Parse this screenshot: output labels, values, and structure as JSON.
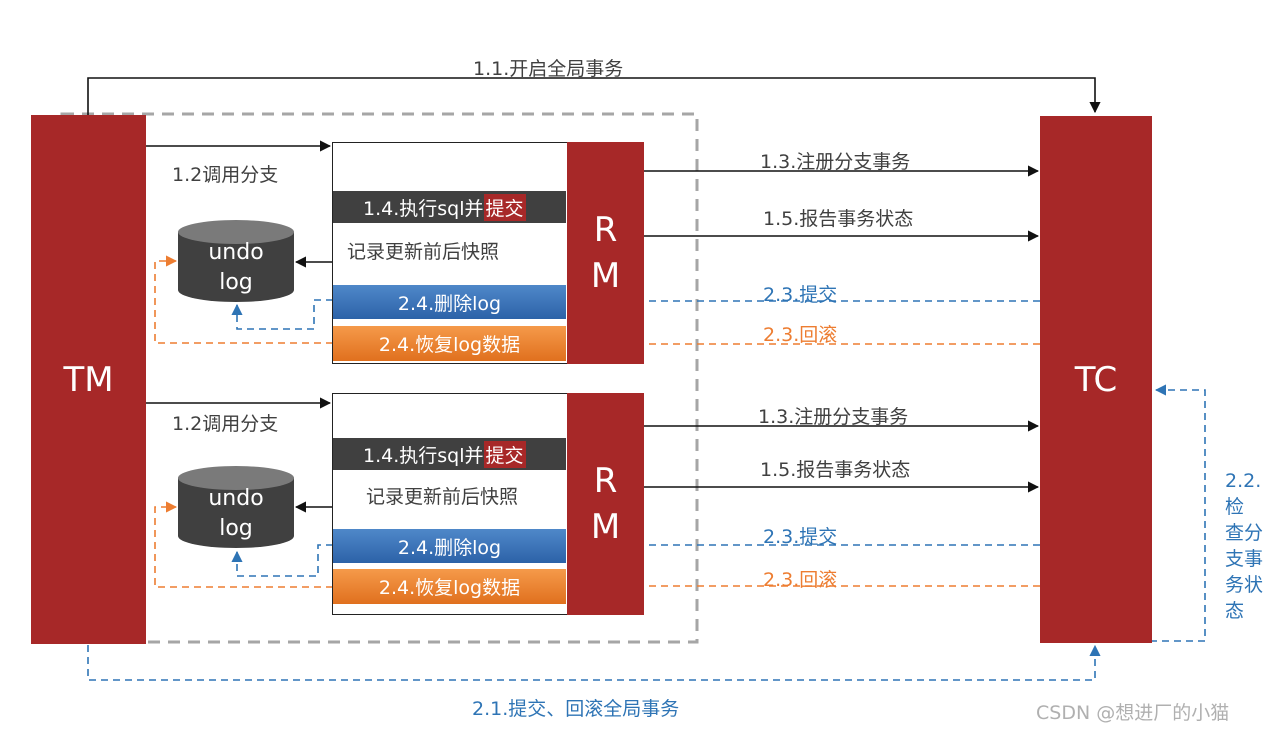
{
  "actors": {
    "tm": "TM",
    "tc": "TC",
    "rm": "R\nM"
  },
  "messages": {
    "begin_global": "1.1.开启全局事务",
    "call_branch": "1.2调用分支",
    "register_branch": "1.3.注册分支事务",
    "exec_sql_prefix": "1.4.执行sql并",
    "exec_sql_commit": "提交",
    "report_status": "1.5.报告事务状态",
    "record_snapshot": "记录更新前后快照",
    "delete_log": "2.4.删除log",
    "restore_log": "2.4.恢复log数据",
    "commit_23": "2.3.提交",
    "rollback_23": "2.3.回滚",
    "check_branch": "2.2.检查分支事务状态",
    "commit_rollback_global": "2.1.提交、回滚全局事务"
  },
  "undo_log": {
    "line1": "undo",
    "line2": "log"
  },
  "check_branch_lines": [
    "2.2.检",
    "查分",
    "支事",
    "务状",
    "态"
  ],
  "watermark": "CSDN @想进厂的小猫",
  "colors": {
    "actor_red": "#a72828",
    "blue_line": "#2e74b5",
    "orange_line": "#ed7d31",
    "dark_gray": "#404040",
    "dashed_gray": "#a6a6a6"
  }
}
